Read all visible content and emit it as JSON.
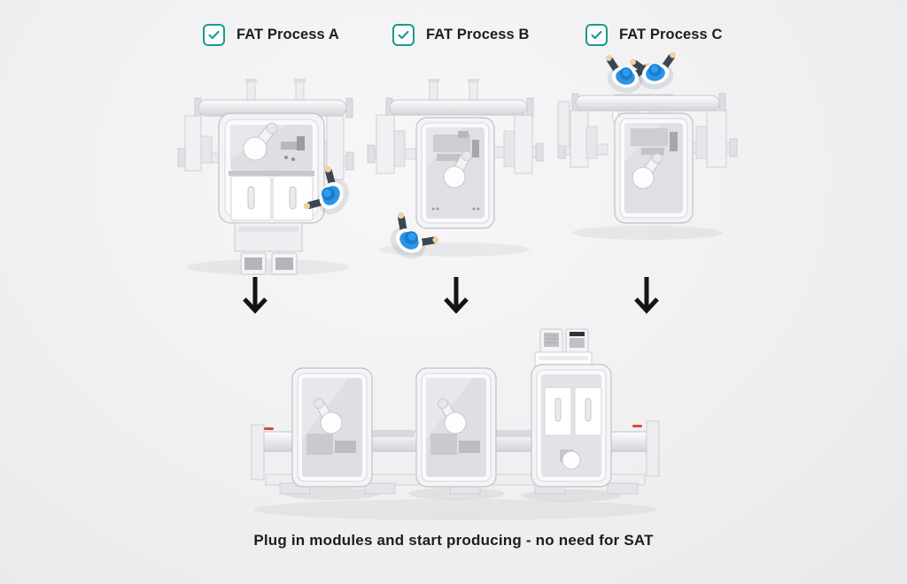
{
  "page": {
    "caption": "Plug in modules and start producing - no need for SAT"
  },
  "processes": [
    {
      "id": "a",
      "label": "FAT Process A",
      "checked": true
    },
    {
      "id": "b",
      "label": "FAT Process B",
      "checked": true
    },
    {
      "id": "c",
      "label": "FAT Process C",
      "checked": true
    }
  ],
  "icons": {
    "checkbox_checked": "teal rounded square with check mark",
    "down_arrow": "black downward arrow"
  },
  "colors": {
    "accent_teal": "#1B9A8D",
    "person_blue": "#2B95E3",
    "person_blue_dark": "#1A7CCC",
    "arrow_black": "#141414",
    "text_dark": "#1E1E20",
    "machine_accent_red": "#D9493C",
    "background_gray": "#EFEFF1"
  }
}
